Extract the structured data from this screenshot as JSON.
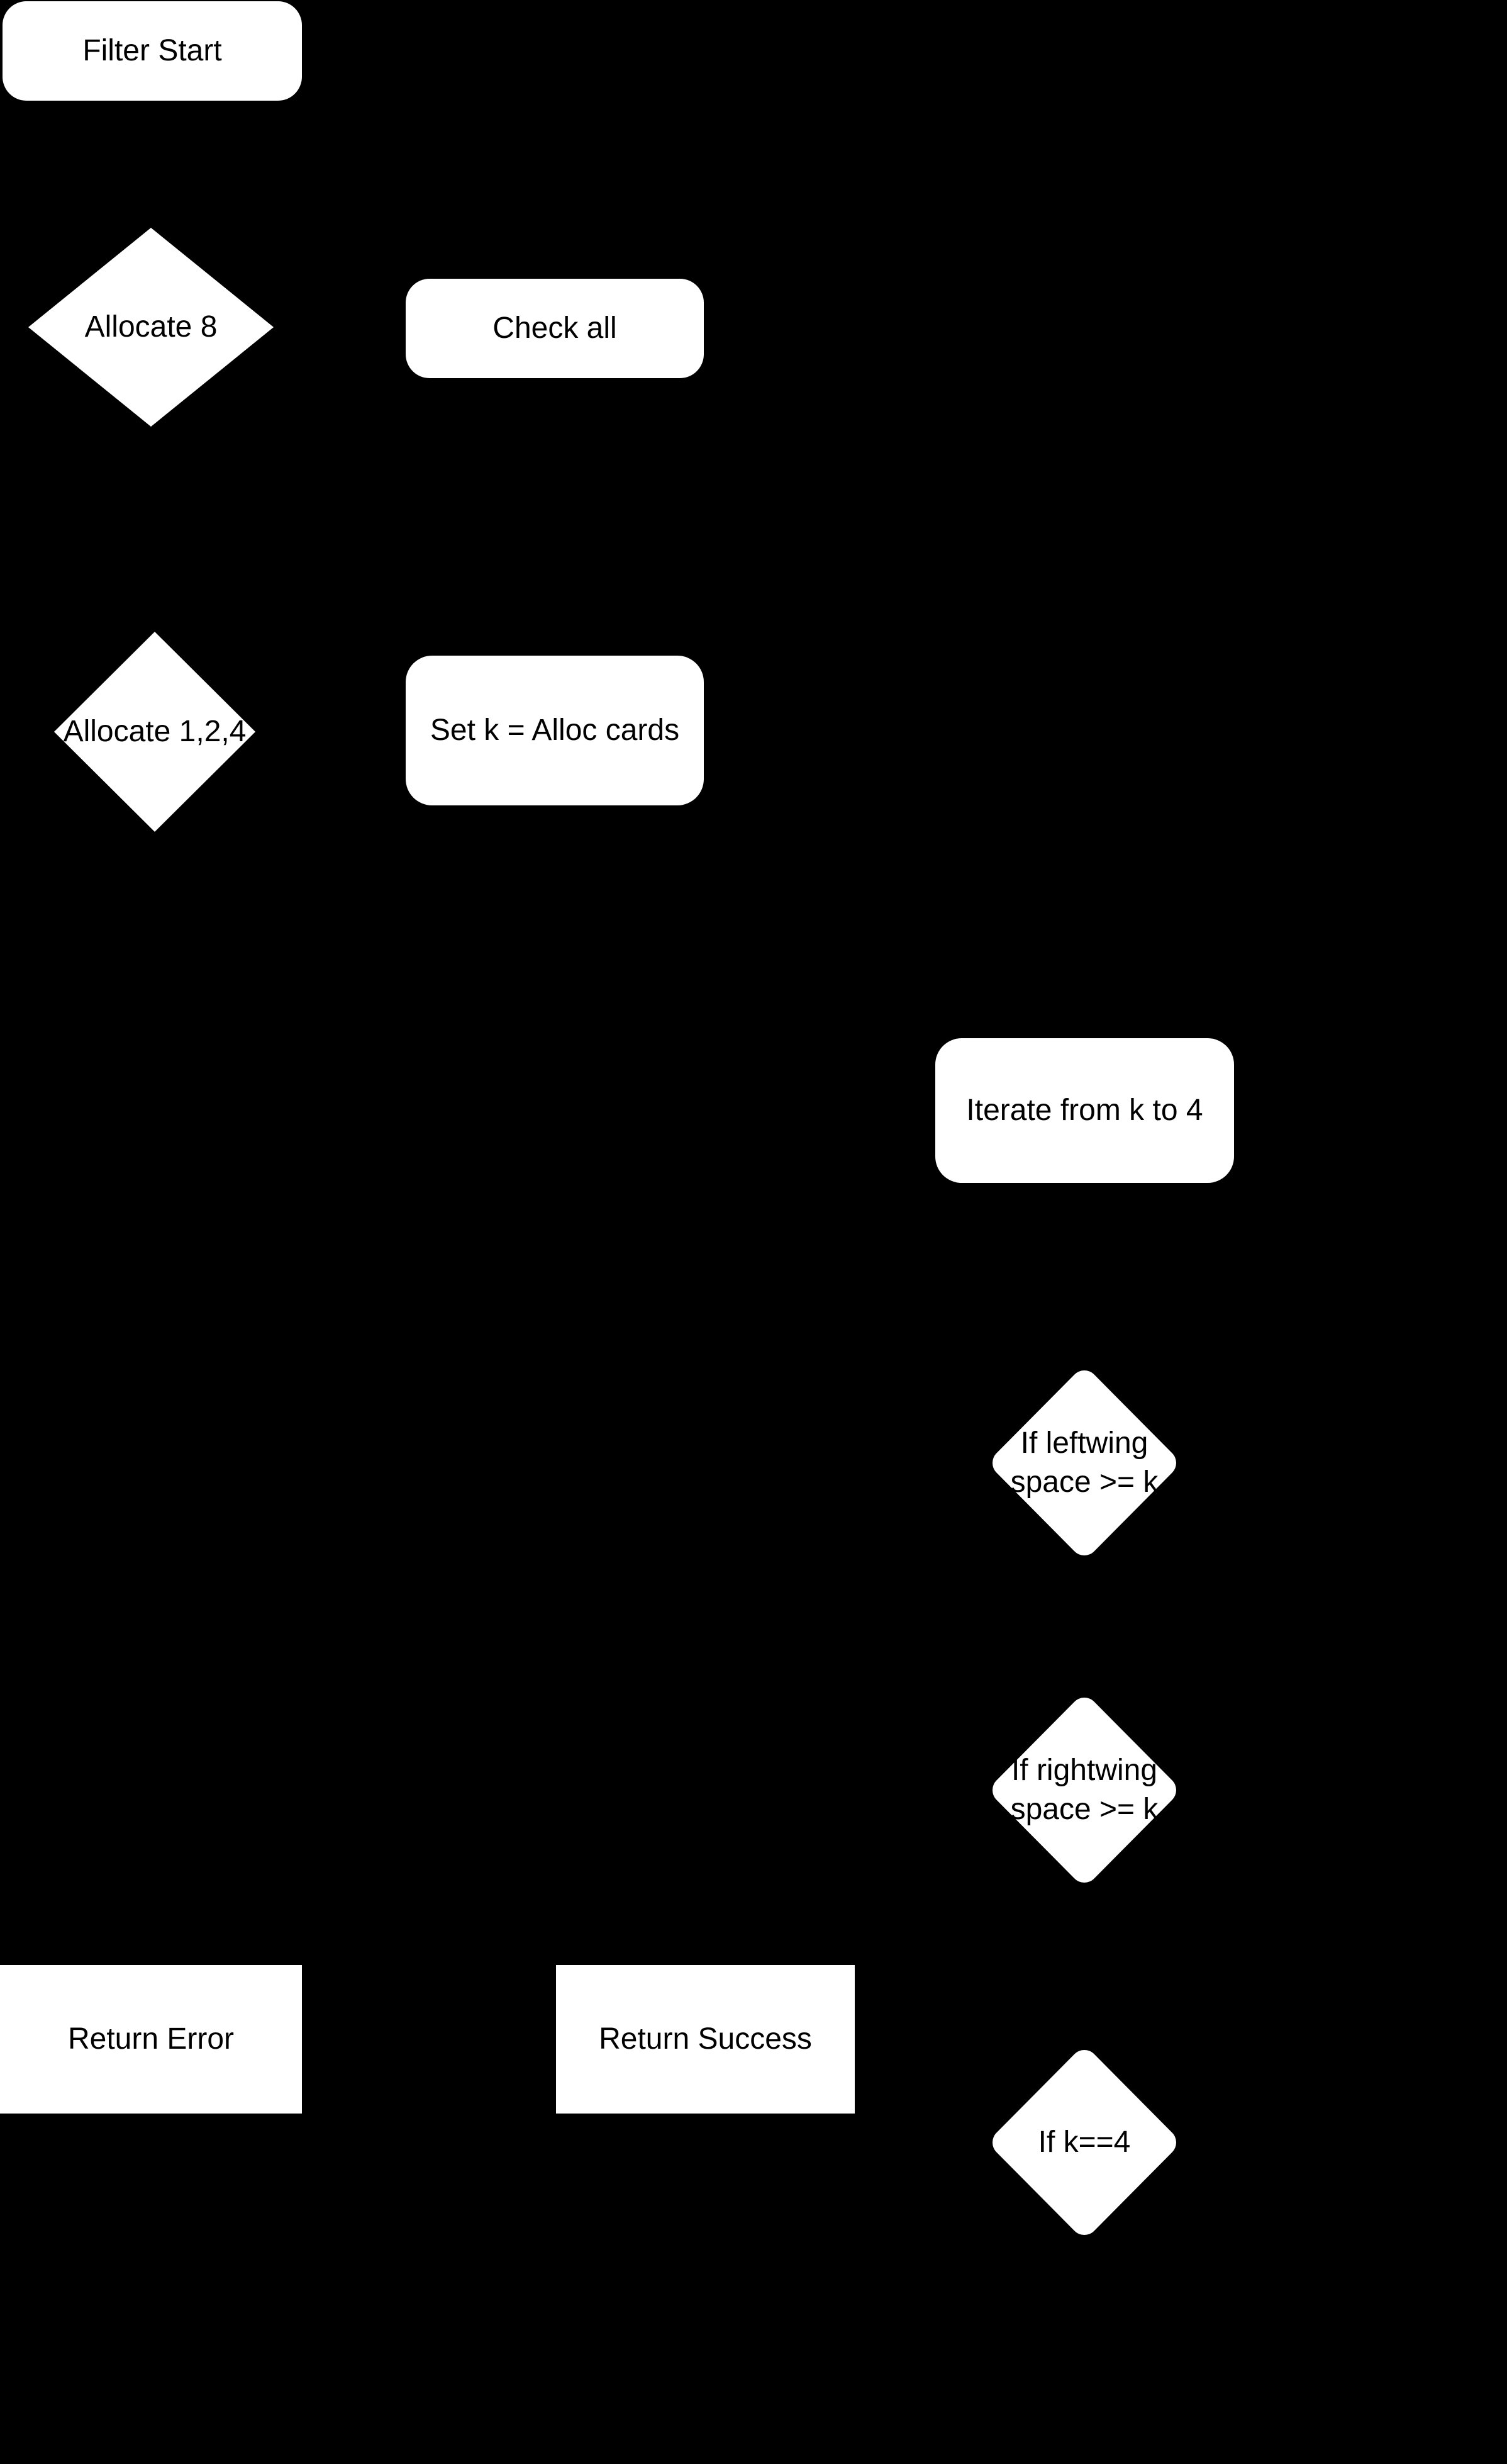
{
  "canvas": {
    "background": "#000000",
    "node_fill": "#ffffff",
    "text_color": "#000000"
  },
  "nodes": {
    "filter_start": {
      "label": "Filter Start",
      "shape": "rounded-rect"
    },
    "allocate_8": {
      "label": "Allocate 8",
      "shape": "diamond"
    },
    "check_all": {
      "label": "Check all",
      "shape": "rounded-rect"
    },
    "allocate_124": {
      "label": "Allocate 1,2,4",
      "shape": "diamond"
    },
    "set_k": {
      "label": "Set k = Alloc cards",
      "shape": "rounded-rect"
    },
    "iterate": {
      "label": "Iterate from k to 4",
      "shape": "rounded-rect"
    },
    "if_leftwing": {
      "label": "If leftwing\nspace >= k",
      "shape": "rounded-diamond"
    },
    "if_rightwing": {
      "label": "If rightwing\nspace >= k",
      "shape": "rounded-diamond"
    },
    "return_error": {
      "label": "Return Error",
      "shape": "rect"
    },
    "return_success": {
      "label": "Return Success",
      "shape": "rect"
    },
    "if_k4": {
      "label": "If k==4",
      "shape": "rounded-diamond"
    }
  }
}
